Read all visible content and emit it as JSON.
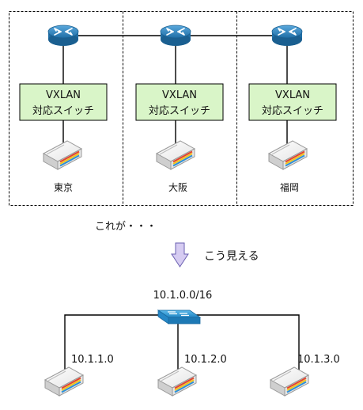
{
  "sites": [
    {
      "switch_line1": "VXLAN",
      "switch_line2": "対応スイッチ",
      "city": "東京"
    },
    {
      "switch_line1": "VXLAN",
      "switch_line2": "対応スイッチ",
      "city": "大阪"
    },
    {
      "switch_line1": "VXLAN",
      "switch_line2": "対応スイッチ",
      "city": "福岡"
    }
  ],
  "caption_top": "これが・・・",
  "caption_arrow": "こう見える",
  "network": {
    "label": "10.1.0.0/16",
    "subnets": [
      "10.1.1.0",
      "10.1.2.0",
      "10.1.3.0"
    ]
  },
  "colors": {
    "router_blue": "#2f86c3",
    "switch_fill": "#d9f5c8",
    "l2switch_blue": "#2e9bd8",
    "arrow_fill": "#d6ccf2",
    "arrow_stroke": "#6a5fb0",
    "stripe_red": "#e2432f",
    "stripe_yellow": "#f3c21a",
    "stripe_blue": "#2d8fd8"
  }
}
